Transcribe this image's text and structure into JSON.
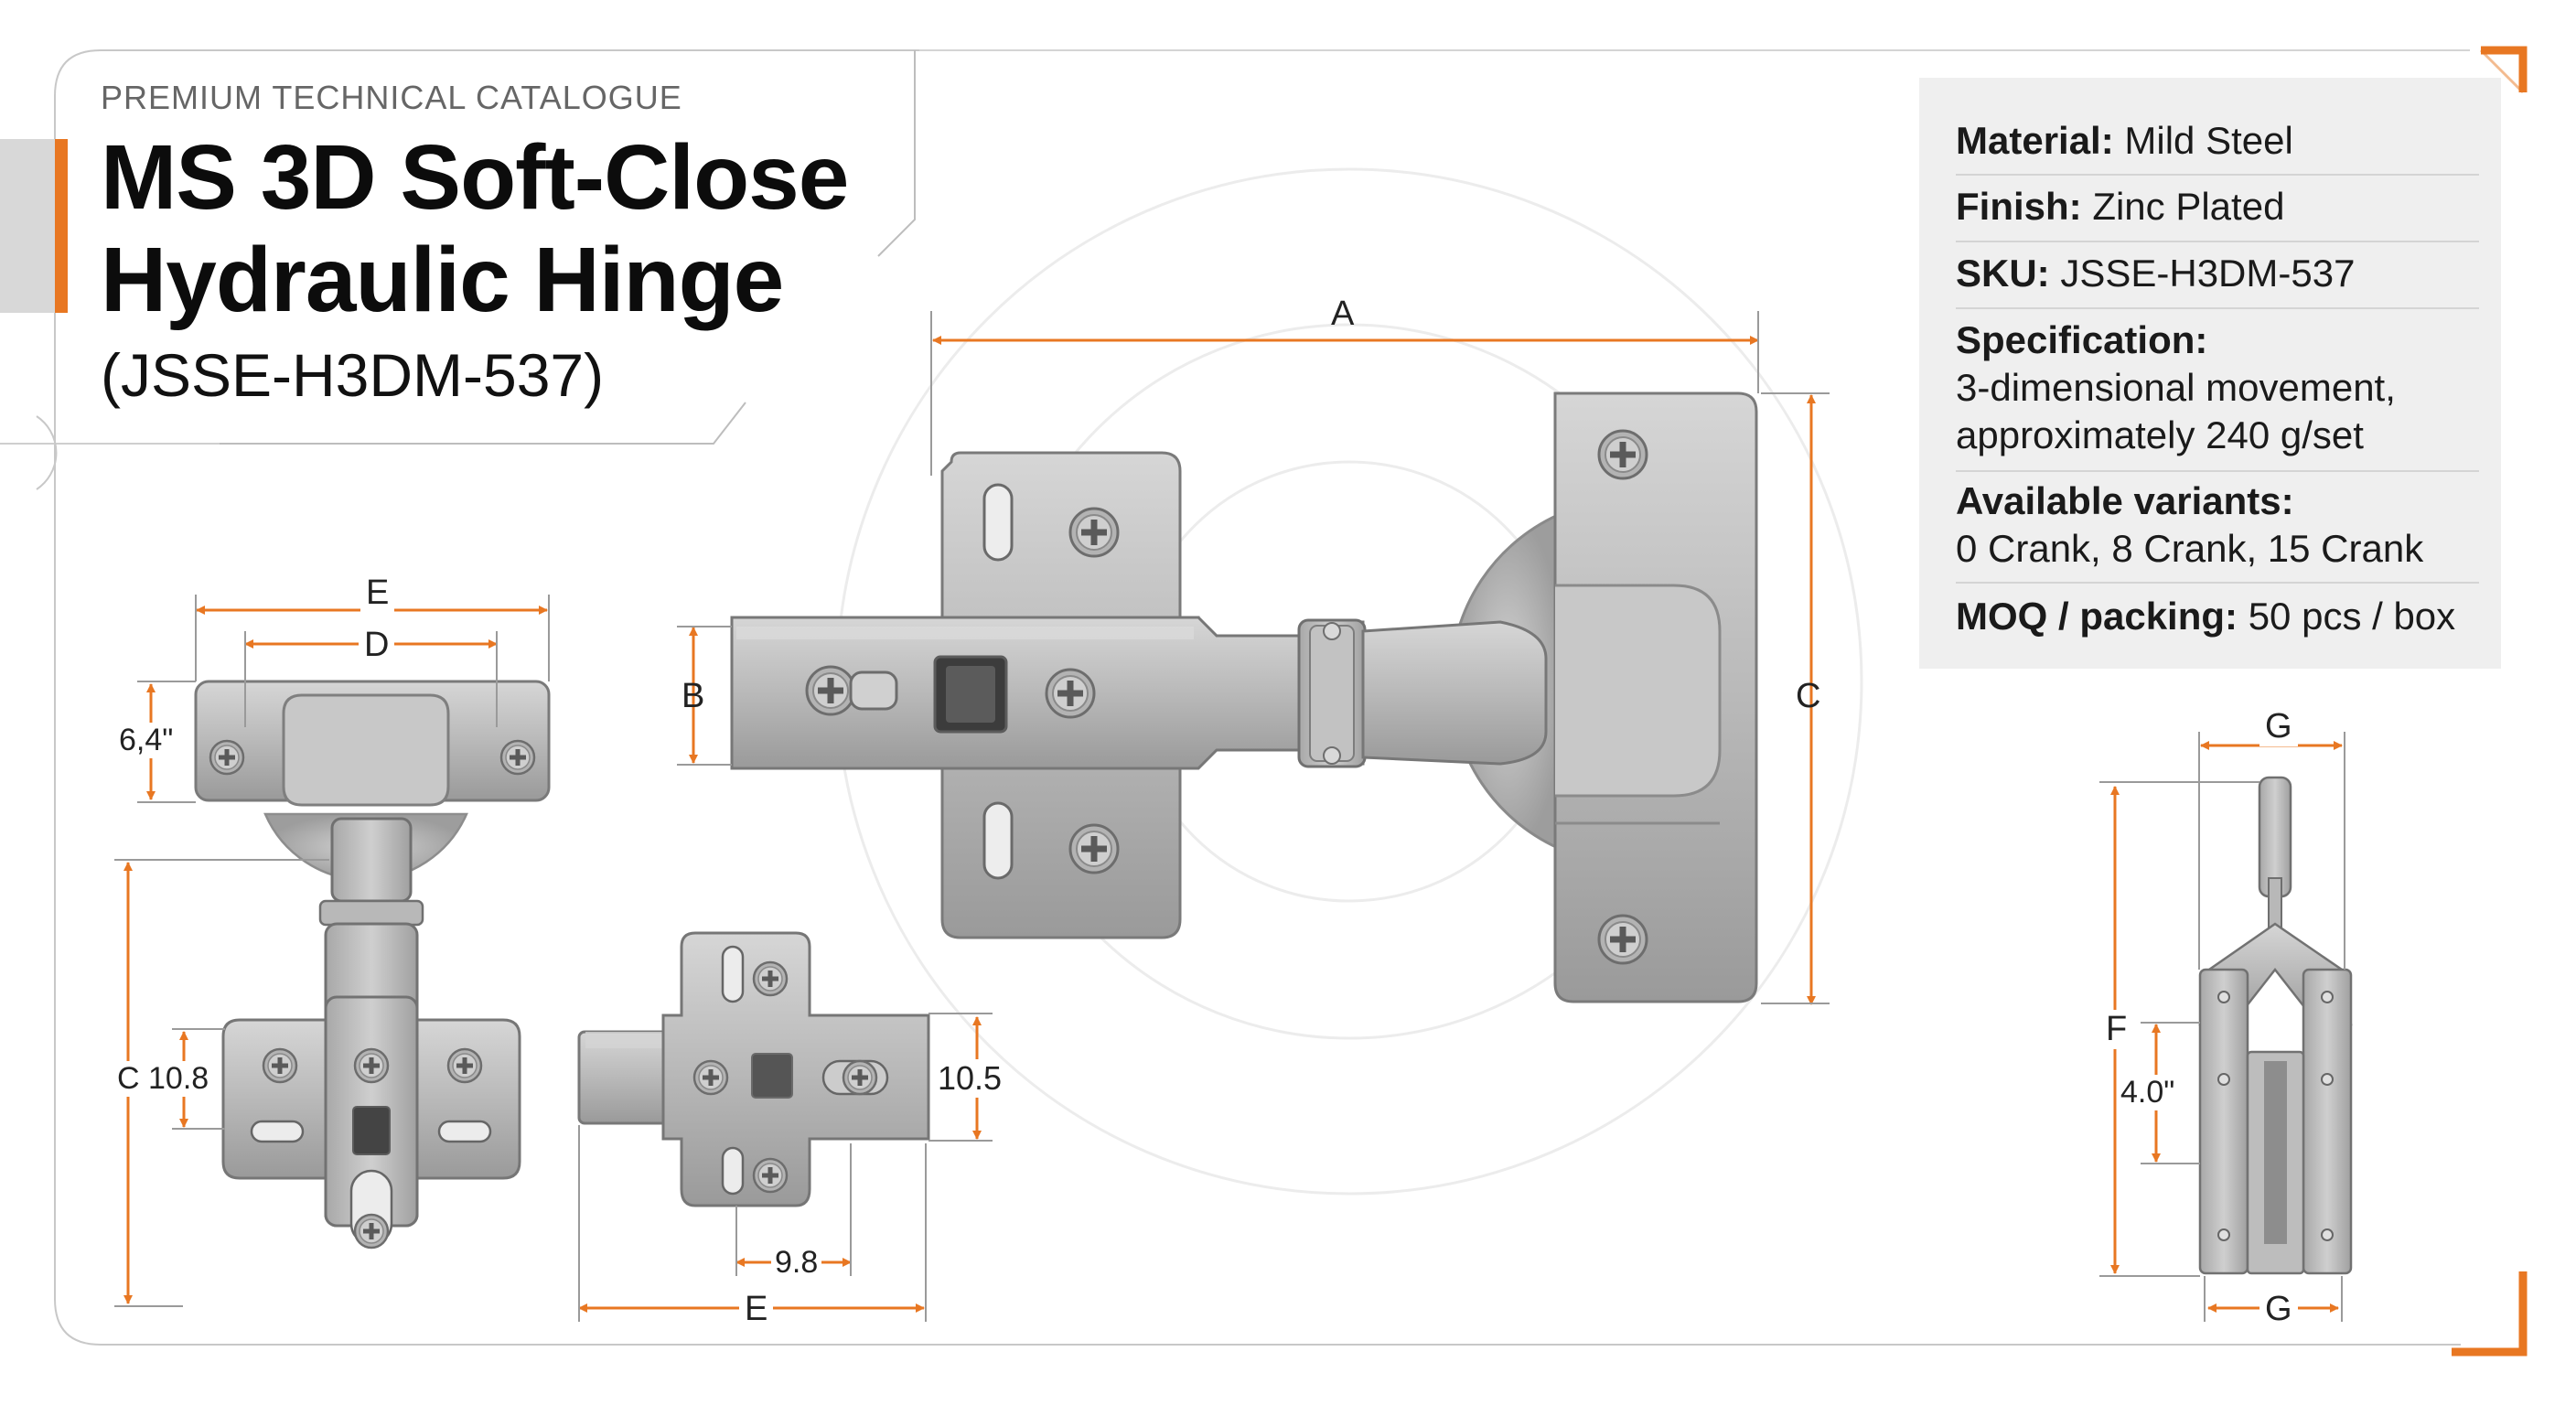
{
  "header": {
    "kicker": "PREMIUM TECHNICAL CATALOGUE",
    "title_line1": "MS 3D Soft-Close",
    "title_line2": "Hydraulic Hinge",
    "model_code": "(JSSE-H3DM-537)"
  },
  "specs": {
    "material_label": "Material:",
    "material_value": " Mild Steel",
    "finish_label": "Finish:",
    "finish_value": " Zinc Plated",
    "sku_label": "SKU:",
    "sku_value": " JSSE-H3DM-537",
    "spec_label": "Specification:",
    "spec_line1": "3-dimensional movement,",
    "spec_line2": "approximately 240 g/set",
    "variants_label": "Available variants:",
    "variants_value": "0 Crank, 8 Crank, 15 Crank",
    "moq_label": "MOQ / packing:",
    "moq_value": " 50 pcs / box"
  },
  "dimensions": {
    "main_view": {
      "a": "A",
      "b": "B",
      "c": "C"
    },
    "top_view": {
      "e": "E",
      "d": "D",
      "height": "6,4\"",
      "c": "C 10.8"
    },
    "side_view": {
      "height": "10.5",
      "width": "9.8",
      "e": "E"
    },
    "edge_view": {
      "g_top": "G",
      "f": "F",
      "height": "4.0\"",
      "g_bottom": "G"
    }
  },
  "colors": {
    "accent": "#e87722",
    "metal_light": "#c6c6c6",
    "metal_mid": "#a9a9a9",
    "metal_dark": "#6f6f6f",
    "panel": "#efefef",
    "frame": "#c8c8c8"
  },
  "icons": [
    "phillips-screw-icon"
  ]
}
